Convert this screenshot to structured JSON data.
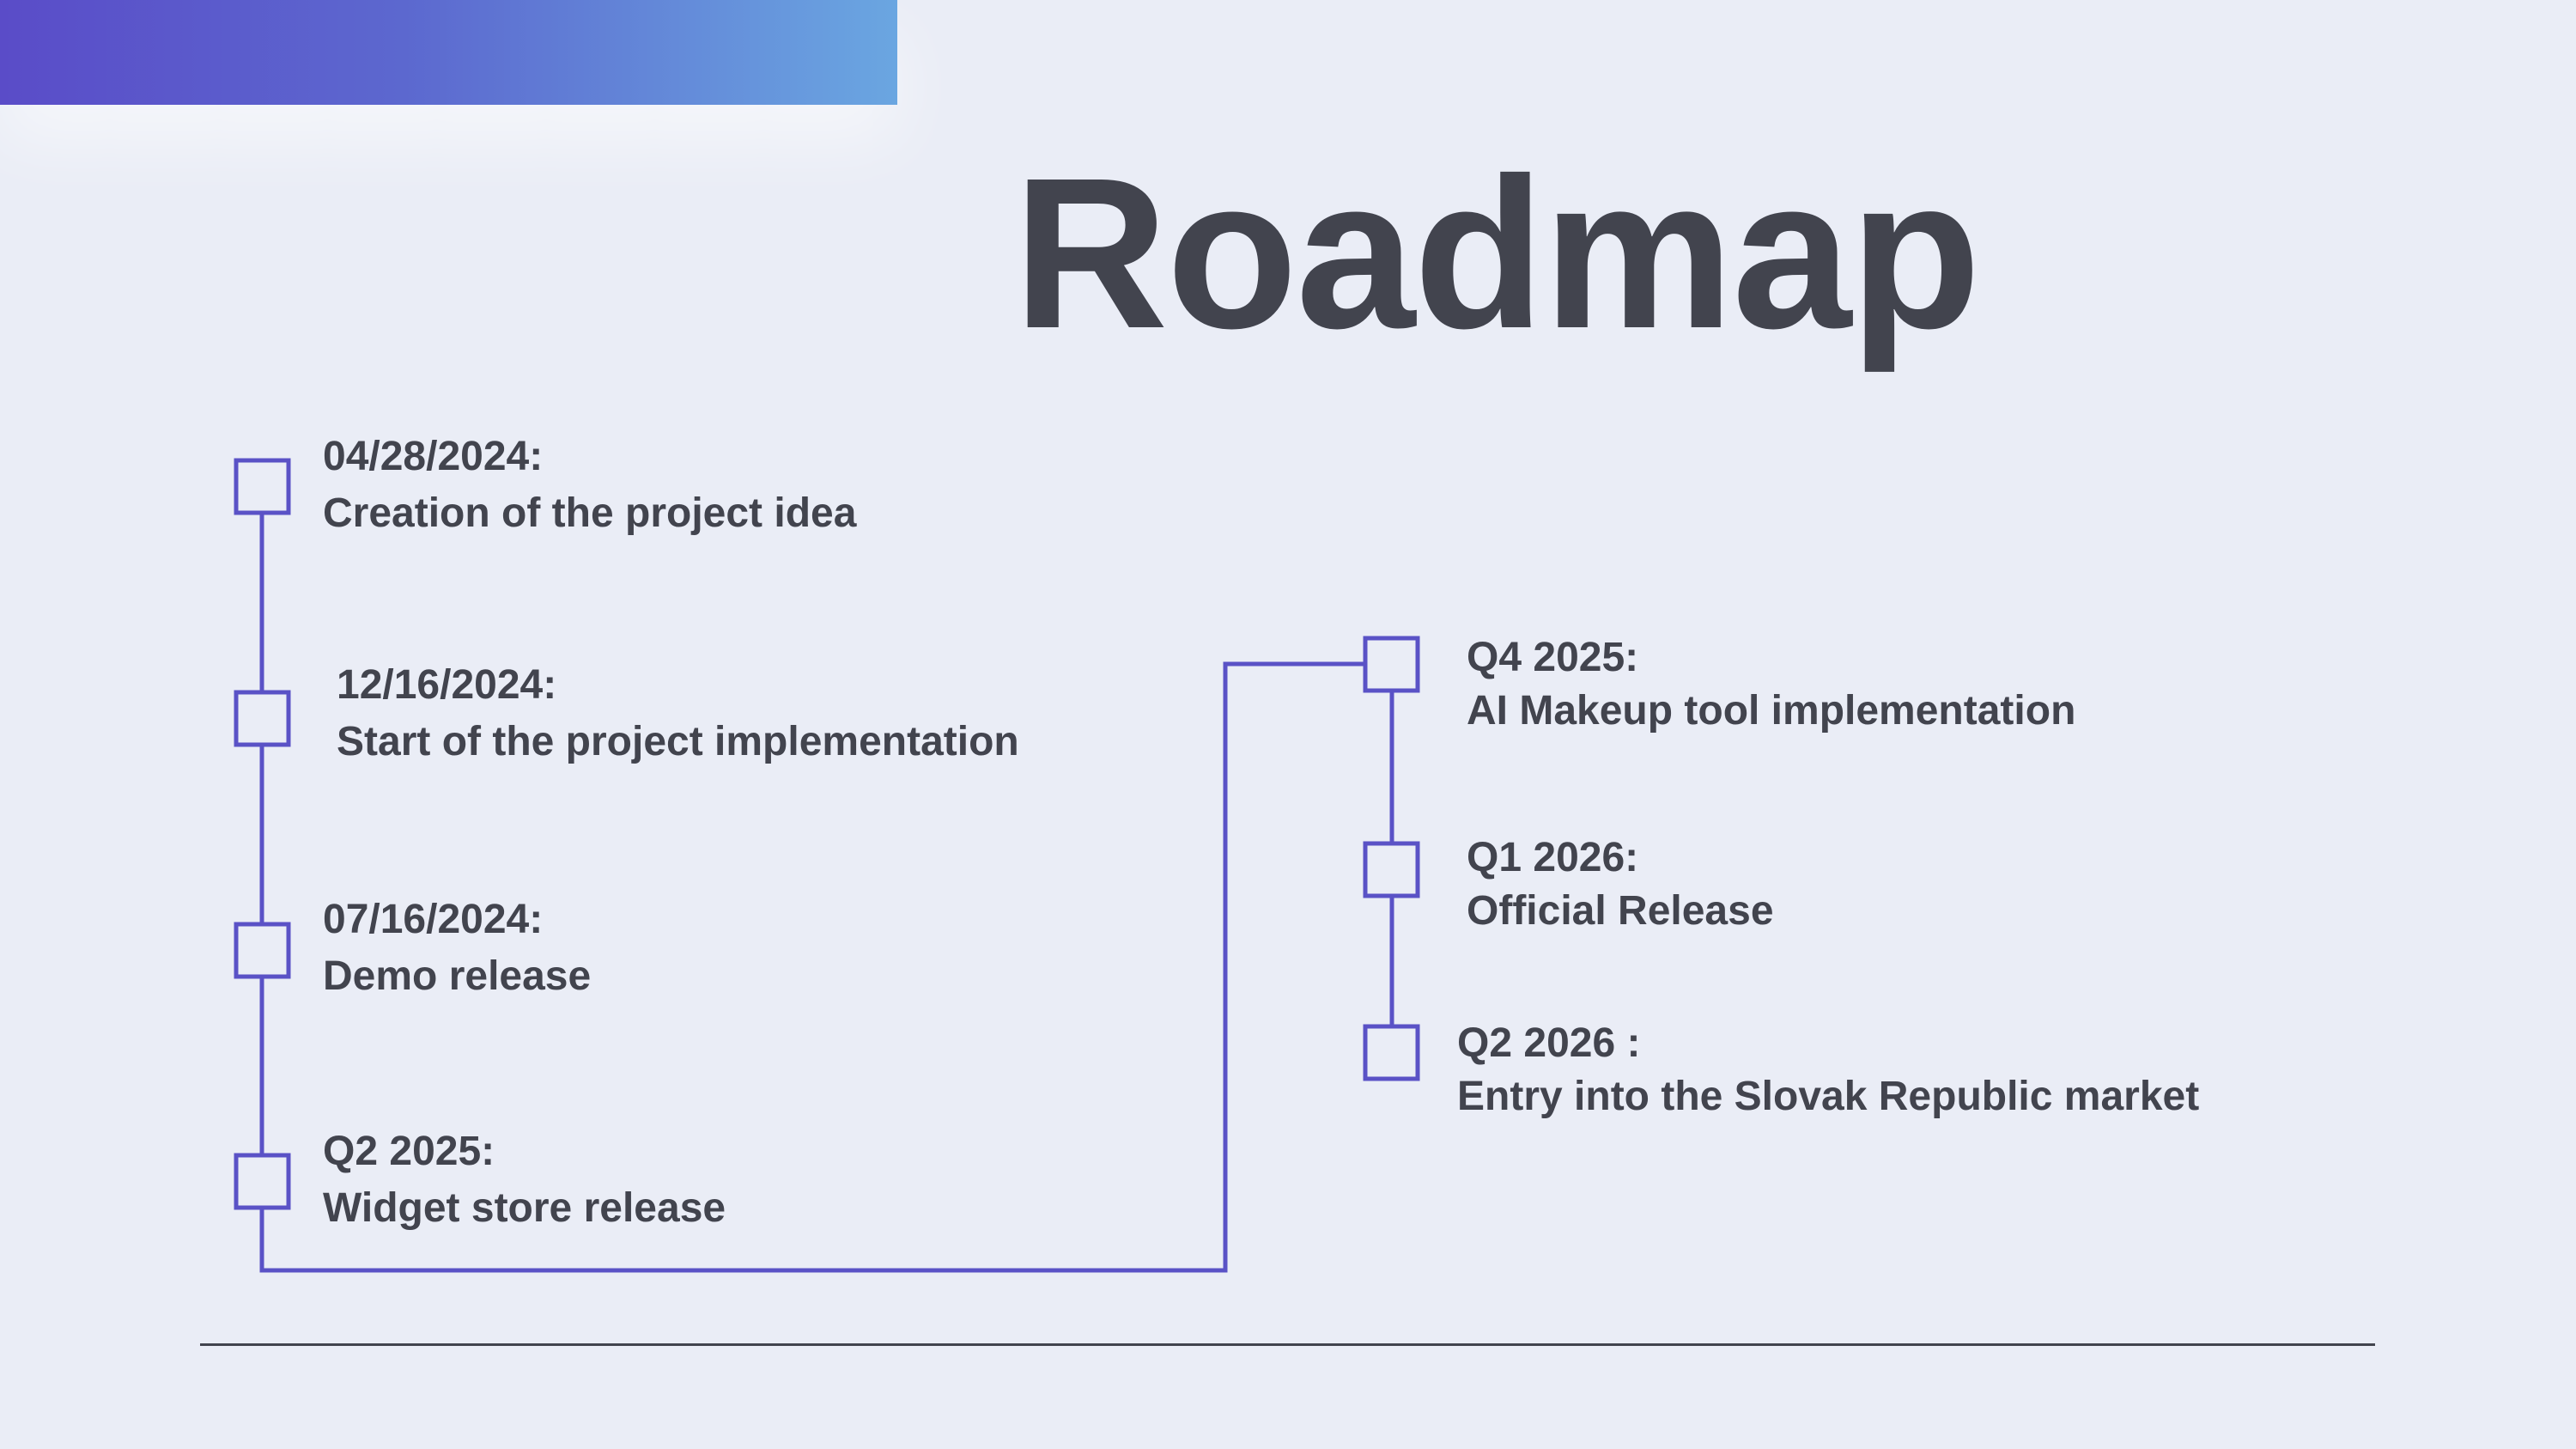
{
  "title": "Roadmap",
  "colors": {
    "background": "#eaedf6",
    "accent": "#5a52c6",
    "text": "#42444e",
    "gradient_start": "#5a4cc8",
    "gradient_end": "#6aa6e1"
  },
  "milestones": [
    {
      "date": "04/28/2024:",
      "description": "Creation of the project idea"
    },
    {
      "date": "12/16/2024:",
      "description": "Start of the project implementation"
    },
    {
      "date": "07/16/2024:",
      "description": "Demo release"
    },
    {
      "date": "Q2 2025:",
      "description": "Widget store release"
    },
    {
      "date": "Q4 2025:",
      "description": "AI Makeup tool implementation"
    },
    {
      "date": "Q1 2026:",
      "description": "Official Release"
    },
    {
      "date": "Q2 2026 :",
      "description": "Entry into the Slovak Republic market"
    }
  ]
}
